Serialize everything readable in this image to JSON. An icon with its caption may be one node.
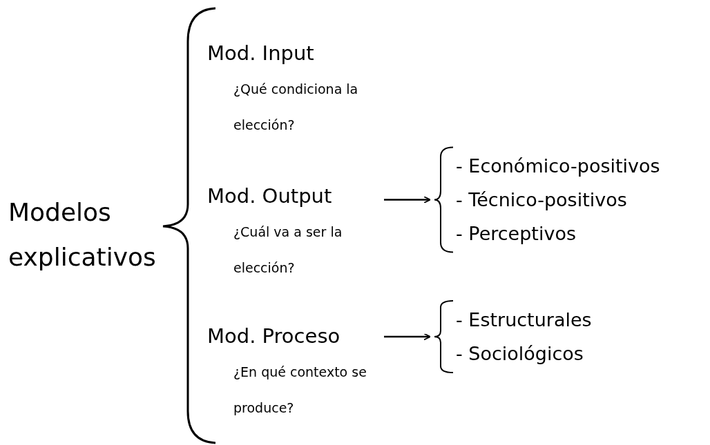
{
  "diagram": {
    "nodes": [
      {
        "text": [
          "Modelos explicativos"
        ]
      },
      {
        "text": [
          "Mod. Input",
          "¿Qué condiciona la elección?"
        ]
      },
      {
        "text": [
          "Mod. Output",
          "¿Cuál va a ser la elección?"
        ]
      },
      {
        "text": [
          "Mod. Proceso",
          "¿En qué contexto se produce?"
        ]
      },
      {
        "text": [
          "- Económico-positivos",
          "- Técnico-positivos",
          "- Perceptivos"
        ]
      },
      {
        "text": [
          "- Estructurales",
          "- Sociológicos"
        ]
      }
    ],
    "edges": [
      {
        "from": 2,
        "to": 4,
        "arrow": "to"
      },
      {
        "from": 3,
        "to": 5,
        "arrow": "to"
      }
    ]
  }
}
